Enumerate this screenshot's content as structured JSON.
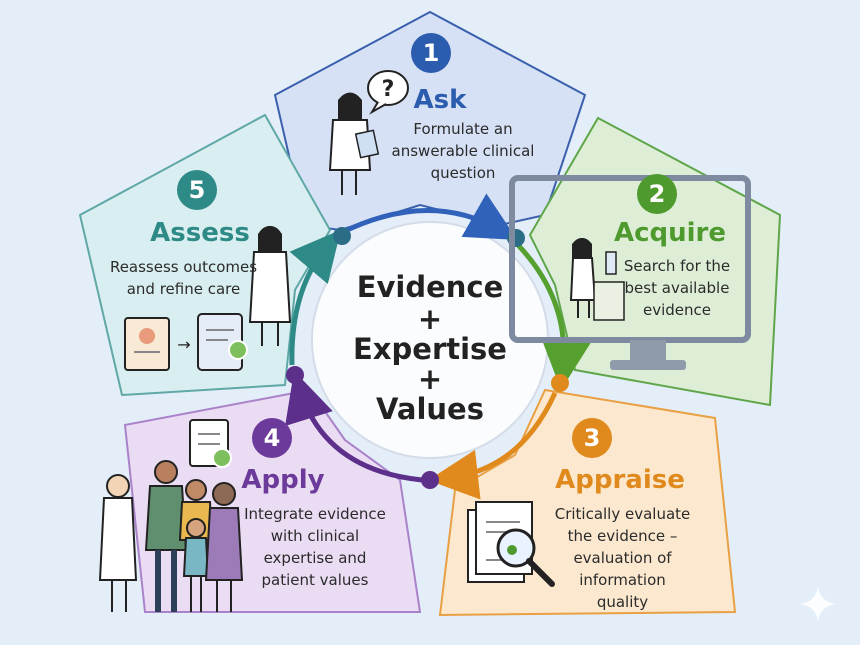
{
  "center": {
    "line1": "Evidence",
    "plus1": "+",
    "line2": "Expertise",
    "plus2": "+",
    "line3": "Values"
  },
  "steps": [
    {
      "number": "1",
      "title": "Ask",
      "lines": [
        "Formulate an",
        "answerable clinical",
        "question"
      ],
      "color": "#2b5cae",
      "fill": "#d6e1f6",
      "stroke": "#3a60ad"
    },
    {
      "number": "2",
      "title": "Acquire",
      "lines": [
        "Search for the",
        "best available",
        "evidence"
      ],
      "color": "#4f9a2e",
      "fill": "#deeed6",
      "stroke": "#5fa64a"
    },
    {
      "number": "3",
      "title": "Appraise",
      "lines": [
        "Critically evaluate",
        "the evidence –",
        "evaluation of",
        "information",
        "quality"
      ],
      "color": "#e08a1e",
      "fill": "#fbe8cf",
      "stroke": "#e9a043"
    },
    {
      "number": "4",
      "title": "Apply",
      "lines": [
        "Integrate evidence",
        "with clinical",
        "expertise and",
        "patient values"
      ],
      "color": "#6b3a9a",
      "fill": "#eadcf3",
      "stroke": "#a982c9"
    },
    {
      "number": "5",
      "title": "Assess",
      "lines": [
        "Reassess outcomes",
        "and refine care"
      ],
      "color": "#2d8a86",
      "fill": "#d9eef0",
      "stroke": "#5fa8a6"
    }
  ]
}
